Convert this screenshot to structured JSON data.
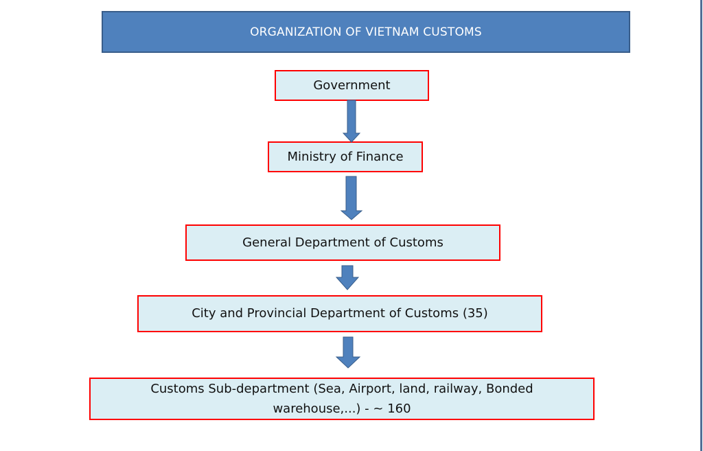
{
  "title": "ORGANIZATION OF VIETNAM CUSTOMS",
  "nodes": [
    {
      "id": "government",
      "label": "Government"
    },
    {
      "id": "ministry-of-finance",
      "label": "Ministry of Finance"
    },
    {
      "id": "general-department",
      "label": "General Department of Customs"
    },
    {
      "id": "city-provincial-department",
      "label": "City and Provincial Department of Customs (35)"
    },
    {
      "id": "customs-sub-department",
      "label_line1": "Customs Sub-department (Sea, Airport, land, railway, Bonded",
      "label_line2": "warehouse,...) - ~ 160"
    }
  ],
  "edges": [
    {
      "from": "government",
      "to": "ministry-of-finance"
    },
    {
      "from": "ministry-of-finance",
      "to": "general-department"
    },
    {
      "from": "general-department",
      "to": "city-provincial-department"
    },
    {
      "from": "city-provincial-department",
      "to": "customs-sub-department"
    }
  ],
  "colors": {
    "title_fill": "#4f81bd",
    "node_fill": "#dbeef4",
    "node_border": "#ff0000",
    "arrow_fill": "#4f81bd"
  }
}
